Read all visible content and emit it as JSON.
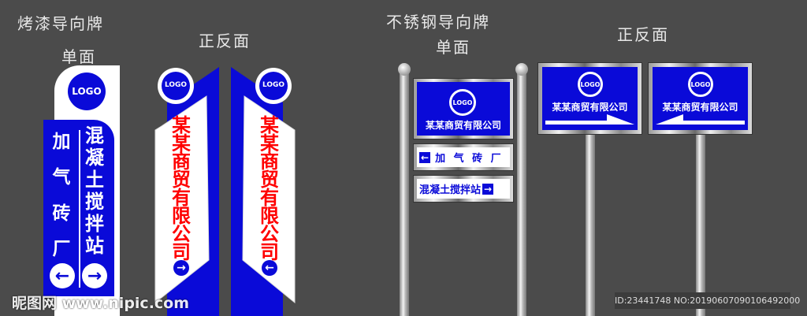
{
  "left_section": {
    "title": "烤漆导向牌",
    "single_label": "单面",
    "double_label": "正反面"
  },
  "right_section": {
    "title": "不锈钢导向牌",
    "single_label": "单面",
    "double_label": "正反面"
  },
  "logo_text": "LOGO",
  "company": "某某商贸有限公司",
  "company_chars": [
    "某",
    "某",
    "商",
    "贸",
    "有",
    "限",
    "公",
    "司"
  ],
  "dest1": "加 气 砖 厂",
  "dest1_chars": [
    "加",
    "气",
    "砖",
    "厂"
  ],
  "dest2": "混凝土搅拌站",
  "dest2_chars": [
    "混",
    "凝",
    "土",
    "搅",
    "拌",
    "站"
  ],
  "watermark": {
    "site": "昵图网 www.nipic.com",
    "id": "ID:23441748 NO:20190607090106492000"
  },
  "colors": {
    "blue": "#0a0ad8",
    "red": "#ff0000",
    "background": "#4b4b4b"
  }
}
